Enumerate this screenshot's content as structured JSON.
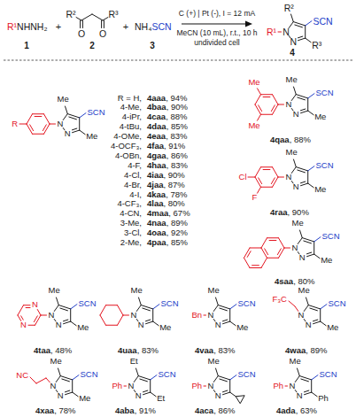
{
  "diagram": {
    "labels": [
      "R¹",
      "NHNH₂",
      "1",
      "+",
      "R²",
      "O",
      "O",
      "R³",
      "2",
      "+",
      "NH₄",
      "SCN",
      "3",
      "C (+) | Pt (-), I = 12 mA",
      "MeCN (10 mL), r.t., 10 h",
      "undivided cell",
      "N",
      "N",
      "R²",
      "SCN",
      "R³",
      "R¹",
      "4",
      "N",
      "N",
      "Me",
      "SCN",
      "Me",
      "R",
      "R = H,",
      "4aaa",
      ", 94%",
      "4-Me,",
      "4baa",
      ", 90%",
      "4-iPr,",
      "4caa",
      ", 88%",
      "4-tBu,",
      "4daa",
      ", 85%",
      "4-OMe,",
      "4eaa",
      ", 83%",
      "4-OCF₃,",
      "4faa",
      ", 91%",
      "4-OBn,",
      "4gaa",
      ", 86%",
      "4-F,",
      "4haa",
      ", 83%",
      "4-Cl,",
      "4iaa",
      ", 90%",
      "4-Br,",
      "4jaa",
      ", 87%",
      "4-I,",
      "4kaa",
      ", 78%",
      "4-CF₃,",
      "4laa",
      ", 80%",
      "4-CN,",
      "4maa",
      ", 67%",
      "3-Me,",
      "4naa",
      ", 89%",
      "3-Cl,",
      "4oaa",
      ", 92%",
      "2-Me,",
      "4paa",
      ", 85%",
      "N",
      "N",
      "Me",
      "SCN",
      "Me",
      "Me",
      "Me",
      "4qaa",
      ", 88%",
      "N",
      "N",
      "Me",
      "SCN",
      "Me",
      "Cl",
      "F",
      "4raa",
      ", 90%",
      "N",
      "N",
      "Me",
      "SCN",
      "Me",
      "4saa",
      ", 80%",
      "N",
      "N",
      "Me",
      "SCN",
      "Me",
      "N",
      "N",
      "4taa",
      ", 48%",
      "N",
      "N",
      "Me",
      "SCN",
      "Me",
      "4uaa",
      ", 83%",
      "N",
      "N",
      "Me",
      "SCN",
      "Me",
      "Bn",
      "4vaa",
      ", 83%",
      "N",
      "N",
      "Me",
      "SCN",
      "Me",
      "F₃C",
      "4waa",
      ", 89%",
      "N",
      "N",
      "Me",
      "SCN",
      "Me",
      "NC",
      "4xaa",
      ", 78%",
      "N",
      "N",
      "Et",
      "SCN",
      "Et",
      "Ph",
      "4aba",
      ", 91%",
      "N",
      "N",
      "Me",
      "SCN",
      "Ph",
      "4aca",
      ", 86%",
      "N",
      "N",
      "Me",
      "SCN",
      "Ph",
      "Ph",
      "4ada",
      ", 63%"
    ]
  }
}
